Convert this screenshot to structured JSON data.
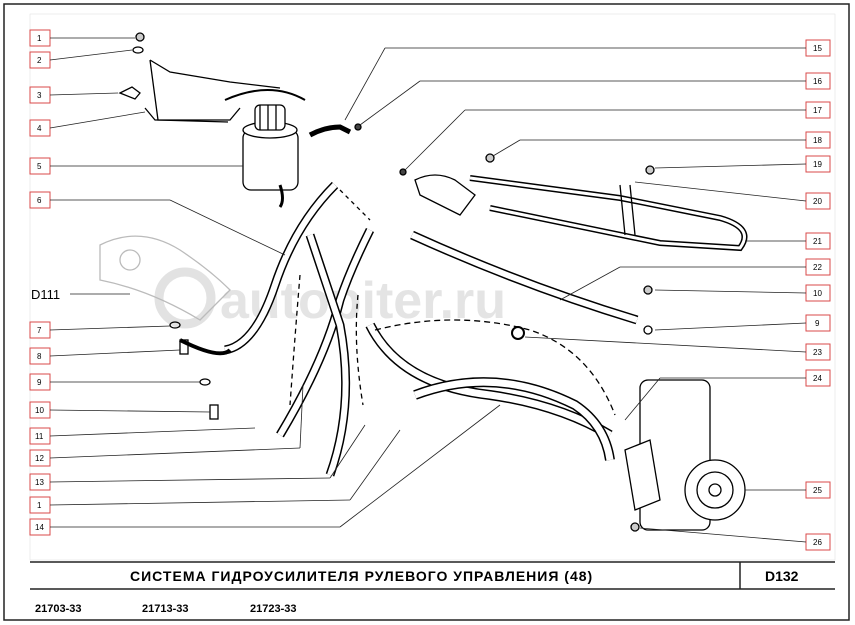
{
  "diagram": {
    "title": "СИСТЕМА ГИДРОУСИЛИТЕЛЯ РУЛЕВОГО УПРАВЛЕНИЯ (48)",
    "code": "D132",
    "side_label": "D111",
    "watermark": "autopiter.ru",
    "models": [
      "21703-33",
      "21713-33",
      "21723-33"
    ],
    "left_callouts": [
      "1",
      "2",
      "3",
      "4",
      "5",
      "6",
      "7",
      "8",
      "9",
      "10",
      "11",
      "12",
      "13",
      "1",
      "14"
    ],
    "right_callouts": [
      "15",
      "16",
      "17",
      "18",
      "19",
      "20",
      "21",
      "22",
      "10",
      "9",
      "23",
      "24",
      "25",
      "26"
    ],
    "colors": {
      "ink": "#000000",
      "frame": "#222222",
      "callout_line": "#d94a4a",
      "watermark": "#cfcfcf"
    }
  }
}
